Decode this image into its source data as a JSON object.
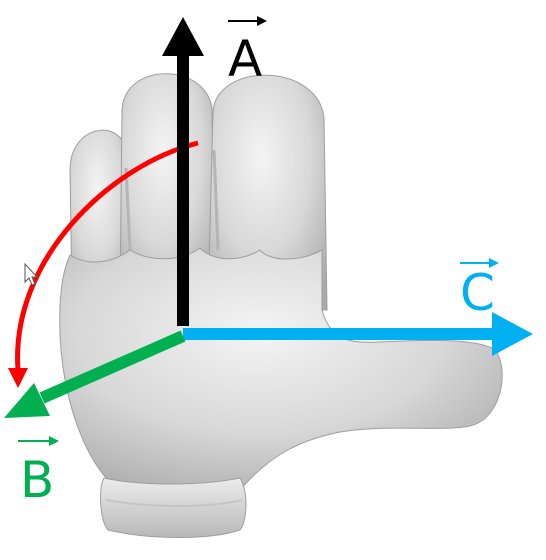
{
  "diagram": {
    "vectors": [
      {
        "id": "A",
        "label": "A",
        "color": "#000000"
      },
      {
        "id": "B",
        "label": "B",
        "color": "#00b050"
      },
      {
        "id": "C",
        "label": "C",
        "color": "#00b0f0"
      }
    ],
    "rotation_arrow": {
      "color": "#ff0000"
    },
    "hand": {
      "color": "#d9d9d9"
    }
  }
}
